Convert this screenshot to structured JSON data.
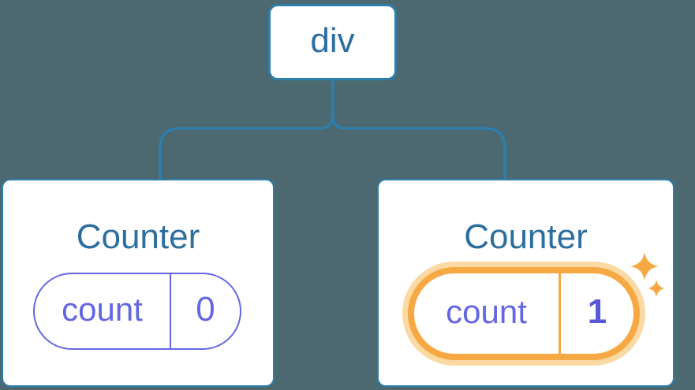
{
  "diagram": {
    "background_color": "#4C6972",
    "line_color": "#2E7EAC",
    "text_blue": "#2C6F9F",
    "purple": "#6467E0",
    "value_purple_bold": "#5B58D6",
    "highlight_orange": "#F6A843",
    "highlight_halo": "#FBD9A2",
    "root": {
      "label": "div"
    },
    "children": [
      {
        "title": "Counter",
        "state": {
          "key": "count",
          "value": "0"
        },
        "highlighted": false
      },
      {
        "title": "Counter",
        "state": {
          "key": "count",
          "value": "1"
        },
        "highlighted": true
      }
    ],
    "icons": [
      {
        "name": "sparkles-icon",
        "meaning": "state updated sparkle stars"
      }
    ]
  }
}
